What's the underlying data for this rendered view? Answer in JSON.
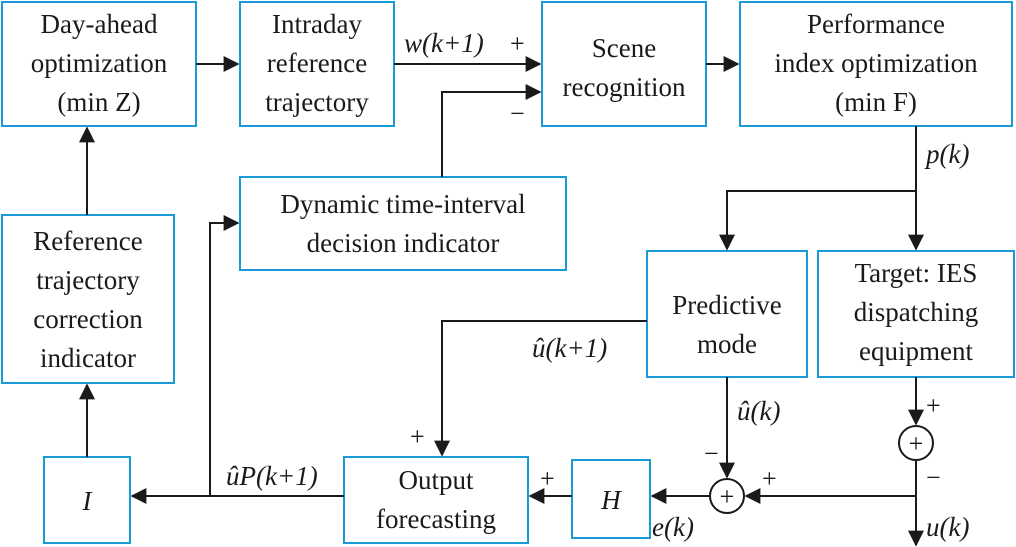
{
  "blocks": {
    "day_ahead": [
      "Day-ahead",
      "optimization",
      "(min Z)"
    ],
    "intraday": [
      "Intraday",
      "reference",
      "trajectory"
    ],
    "scene": [
      "Scene",
      "recognition"
    ],
    "performance": [
      "Performance",
      "index optimization",
      "(min F)"
    ],
    "dynamic": [
      "Dynamic time-interval",
      "decision indicator"
    ],
    "reference_correction": [
      "Reference",
      "trajectory",
      "correction",
      "indicator"
    ],
    "predictive": [
      "Predictive",
      "mode"
    ],
    "target": [
      "Target: IES",
      "dispatching",
      "equipment"
    ],
    "output_forecasting": [
      "Output",
      "forecasting"
    ],
    "i_block": "I",
    "h_block": "H"
  },
  "signals": {
    "w": "w(k+1)",
    "p": "p(k)",
    "u_hat_next": "û(k+1)",
    "u_hat": "û(k)",
    "u_hat_p": "ûP(k+1)",
    "e": "e(k)",
    "u": "u(k)"
  },
  "sum_symbol": "+",
  "signs": {
    "scene_plus": "+",
    "scene_minus": "−",
    "output_plus_top": "+",
    "output_plus_right": "+",
    "sum1_minus_top": "−",
    "sum1_plus_right": "+",
    "sum2_plus_top": "+",
    "sum2_minus_bottom": "−"
  },
  "colors": {
    "box_border": "#1a9ad6",
    "line": "#1a1a1a",
    "text": "#1a1a1a"
  }
}
